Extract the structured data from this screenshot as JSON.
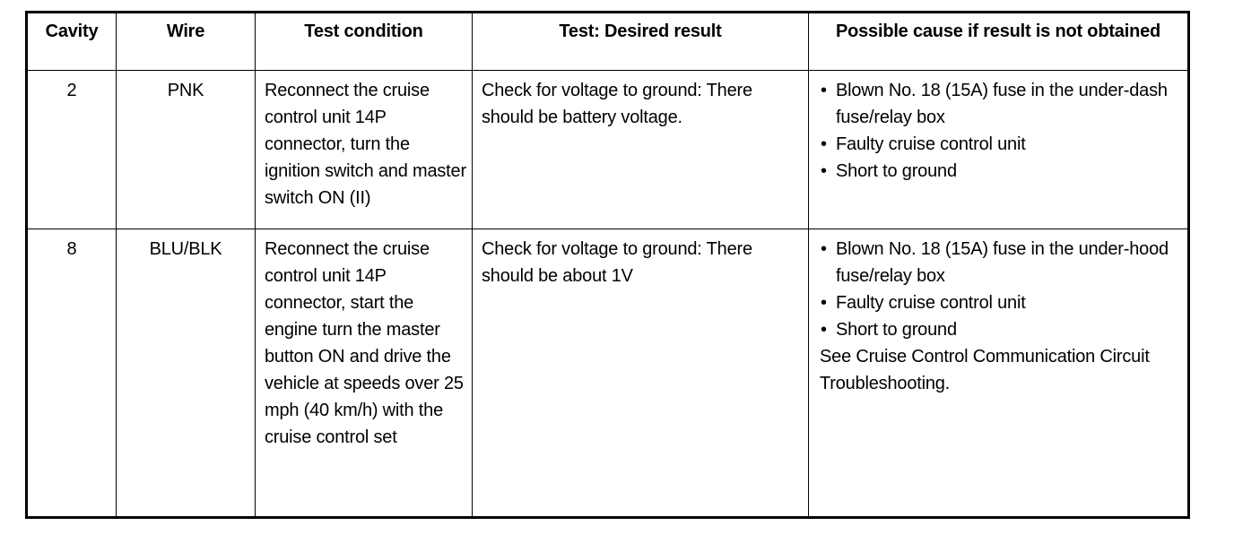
{
  "table": {
    "columns": [
      {
        "key": "cavity",
        "label": "Cavity"
      },
      {
        "key": "wire",
        "label": "Wire"
      },
      {
        "key": "condition",
        "label": "Test condition"
      },
      {
        "key": "result",
        "label": "Test: Desired result"
      },
      {
        "key": "cause",
        "label": "Possible cause if result is not obtained"
      }
    ],
    "rows": [
      {
        "cavity": "2",
        "wire": "PNK",
        "condition": "Reconnect the cruise control unit 14P connector, turn the ignition switch and master switch ON (II)",
        "result": "Check for voltage to ground: There should be battery voltage.",
        "causes": [
          "Blown No. 18 (15A) fuse in the under-dash fuse/relay box",
          "Faulty cruise control unit",
          "Short to ground"
        ],
        "note": ""
      },
      {
        "cavity": "8",
        "wire": "BLU/BLK",
        "condition": "Reconnect the cruise control unit 14P connector, start the engine turn the master button ON and drive the vehicle at speeds over 25 mph (40 km/h) with the cruise control set",
        "result": "Check for voltage to ground: There should be about 1V",
        "causes": [
          "Blown No. 18 (15A) fuse in the under-hood fuse/relay box",
          "Faulty cruise control unit",
          "Short to ground"
        ],
        "note": "See Cruise Control Communication Circuit Troubleshooting."
      }
    ],
    "bullet_glyph": "•"
  },
  "colors": {
    "border": "#000000",
    "text": "#000000",
    "background": "#ffffff"
  }
}
